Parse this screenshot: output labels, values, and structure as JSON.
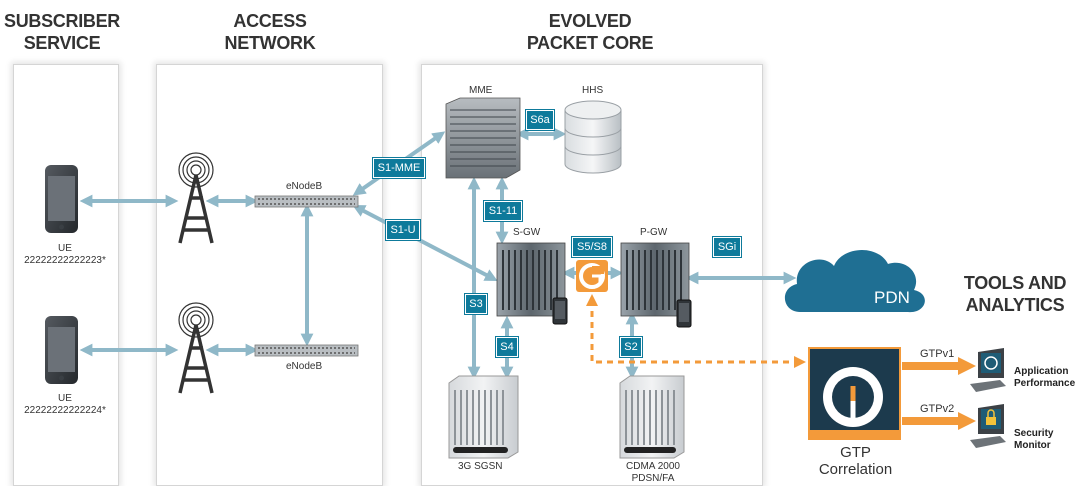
{
  "headers": {
    "subscriber": [
      "SUBSCRIBER",
      "SERVICE"
    ],
    "access": [
      "ACCESS",
      "NETWORK"
    ],
    "core": [
      "EVOLVED",
      "PACKET CORE"
    ],
    "tools": [
      "TOOLS AND",
      "ANALYTICS"
    ]
  },
  "devices": {
    "ue1": {
      "name": "UE",
      "id": "22222222222223*"
    },
    "ue2": {
      "name": "UE",
      "id": "22222222222224*"
    },
    "enodeb1": "eNodeB",
    "enodeb2": "eNodeB",
    "mme": "MME",
    "hhs": "HHS",
    "sgw": "S-GW",
    "pgw": "P-GW",
    "pdn": "PDN",
    "sgsn": "3G SGSN",
    "cdma": [
      "CDMA 2000",
      "PDSN/FA"
    ]
  },
  "interfaces": {
    "s6a": "S6a",
    "s1mme": "S1-MME",
    "s1u": "S1-U",
    "s111": "S1-11",
    "s5s8": "S5/S8",
    "sgi": "SGi",
    "s3": "S3",
    "s4": "S4",
    "s2": "S2"
  },
  "gtp": {
    "title": [
      "GTP",
      "Correlation"
    ],
    "v1": "GTPv1",
    "v2": "GTPv2"
  },
  "tools": {
    "app": [
      "Application",
      "Performance"
    ],
    "sec": [
      "Security",
      "Monitor"
    ]
  },
  "colors": {
    "interface": "#0e7a9b",
    "link": "#8fb8c8",
    "accent": "#f39a3a",
    "cloud": "#1f6f93",
    "header": "#333333"
  }
}
